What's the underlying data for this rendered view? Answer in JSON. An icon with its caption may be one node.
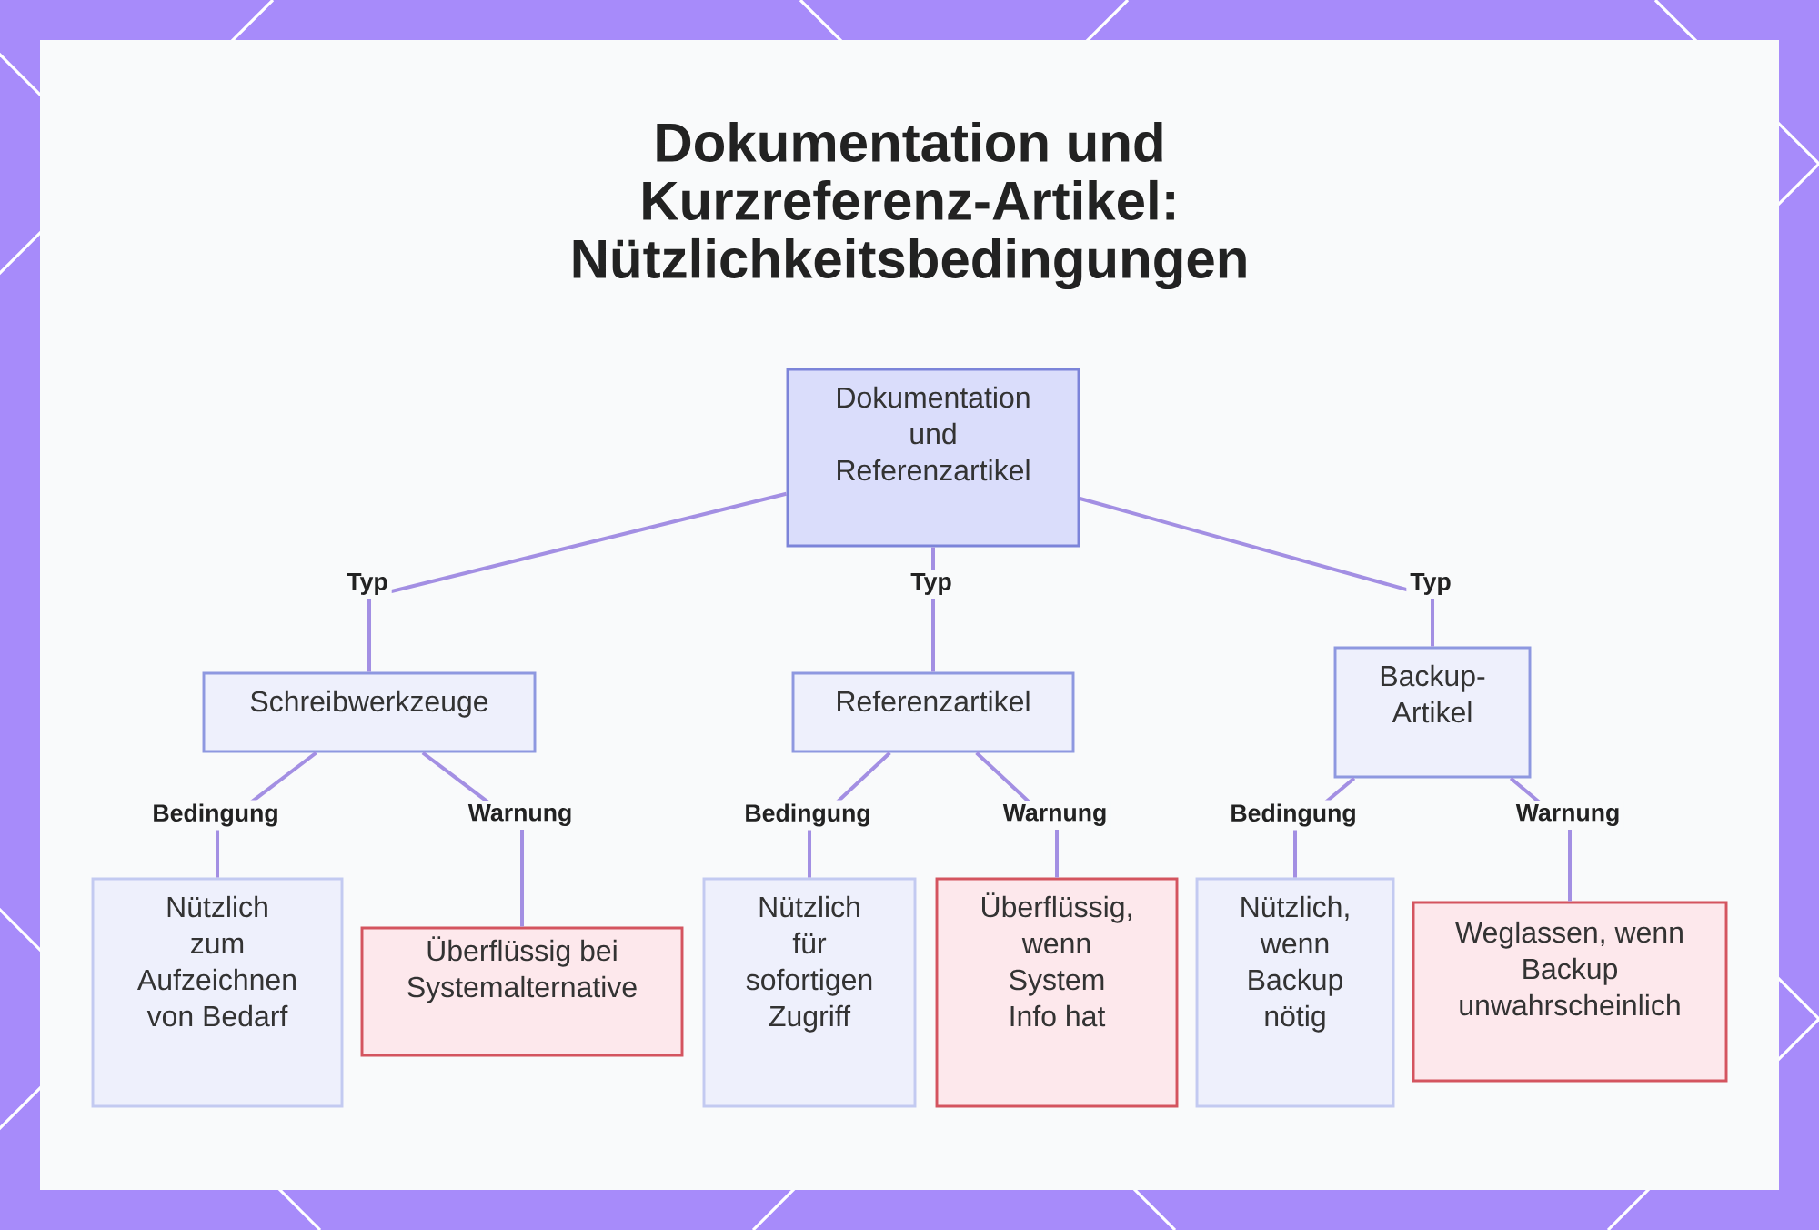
{
  "diagram": {
    "title": "Dokumentation und Kurzreferenz-Artikel: Nützlichkeitsbedingungen",
    "nodes": [
      {
        "text": [
          "Dokumentation und Referenzartikel"
        ]
      },
      {
        "text": [
          "Schreibwerkzeuge"
        ]
      },
      {
        "text": [
          "Referenzartikel"
        ]
      },
      {
        "text": [
          "Backup-Artikel"
        ]
      },
      {
        "text": [
          "Nützlich zum Aufzeichnen von Bedarf"
        ]
      },
      {
        "text": [
          "Überflüssig bei Systemalternative"
        ]
      },
      {
        "text": [
          "Nützlich für sofortigen Zugriff"
        ]
      },
      {
        "text": [
          "Überflüssig, wenn System Info hat"
        ]
      },
      {
        "text": [
          "Nützlich, wenn Backup nötig"
        ]
      },
      {
        "text": [
          "Weglassen, wenn Backup unwahrscheinlich"
        ]
      }
    ],
    "edges": [
      {
        "from": 0,
        "to": 1,
        "arrow": "none",
        "label": "Typ"
      },
      {
        "from": 0,
        "to": 2,
        "arrow": "none",
        "label": "Typ"
      },
      {
        "from": 0,
        "to": 3,
        "arrow": "none",
        "label": "Typ"
      },
      {
        "from": 1,
        "to": 4,
        "arrow": "none",
        "label": "Bedingung"
      },
      {
        "from": 1,
        "to": 5,
        "arrow": "none",
        "label": "Warnung"
      },
      {
        "from": 2,
        "to": 6,
        "arrow": "none",
        "label": "Bedingung"
      },
      {
        "from": 2,
        "to": 7,
        "arrow": "none",
        "label": "Warnung"
      },
      {
        "from": 3,
        "to": 8,
        "arrow": "none",
        "label": "Bedingung"
      },
      {
        "from": 3,
        "to": 9,
        "arrow": "none",
        "label": "Warnung"
      }
    ]
  }
}
